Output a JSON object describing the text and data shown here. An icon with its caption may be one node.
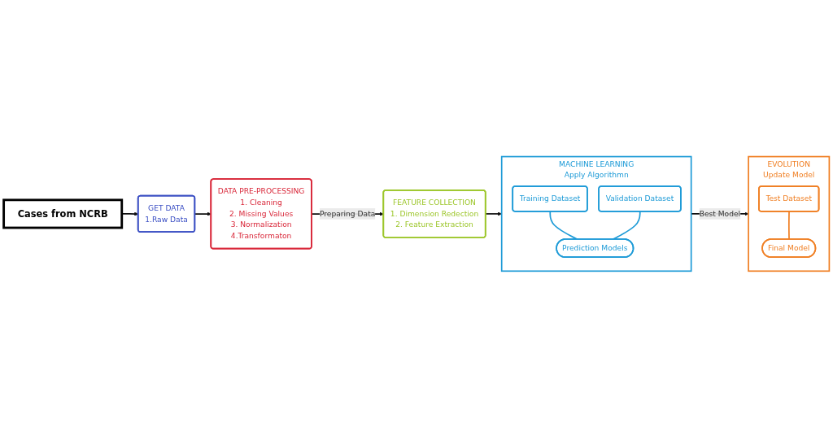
{
  "diagram": {
    "nodes": [
      {
        "text": [
          "GET DATA",
          "1.Raw Data"
        ]
      },
      {
        "text": [
          "Cases from NCRB"
        ]
      },
      {
        "text": [
          "DATA PRE-PROCESSING",
          "1. Cleaning",
          "2. Missing Values",
          "3. Normalization",
          "4.Transformaton"
        ]
      },
      {
        "text": [
          "FEATURE COLLECTION",
          "1. Dimension Redection",
          "2. Feature Extraction"
        ]
      },
      {
        "text": [
          "MACHINE LEARNING",
          "Apply Algorithmn"
        ]
      },
      {
        "text": [
          "Training Dataset"
        ],
        "in": 4
      },
      {
        "text": [
          "Validation Dataset"
        ],
        "in": 4
      },
      {
        "text": [
          "Prediction Models"
        ],
        "in": 4
      },
      {
        "text": [
          "EVOLUTION",
          "Update Model"
        ]
      },
      {
        "text": [
          "Test Dataset"
        ],
        "in": 8
      },
      {
        "text": [
          "Final Model"
        ],
        "in": 8
      }
    ],
    "edges": [
      {
        "from": 1,
        "to": 0,
        "arrow": "to"
      },
      {
        "from": 0,
        "to": 2,
        "arrow": "to"
      },
      {
        "from": 2,
        "to": 3,
        "arrow": "to",
        "label": "Preparing Data"
      },
      {
        "from": 3,
        "to": 4,
        "arrow": "to"
      },
      {
        "from": 4,
        "to": 8,
        "arrow": "to",
        "label": "Best Model"
      },
      {
        "from": 5,
        "to": 7,
        "arrow": "none",
        "color": "#1e9bd7"
      },
      {
        "from": 6,
        "to": 7,
        "arrow": "none",
        "color": "#1e9bd7"
      },
      {
        "from": 9,
        "to": 10,
        "arrow": "none",
        "color": "#f07f23"
      }
    ]
  }
}
